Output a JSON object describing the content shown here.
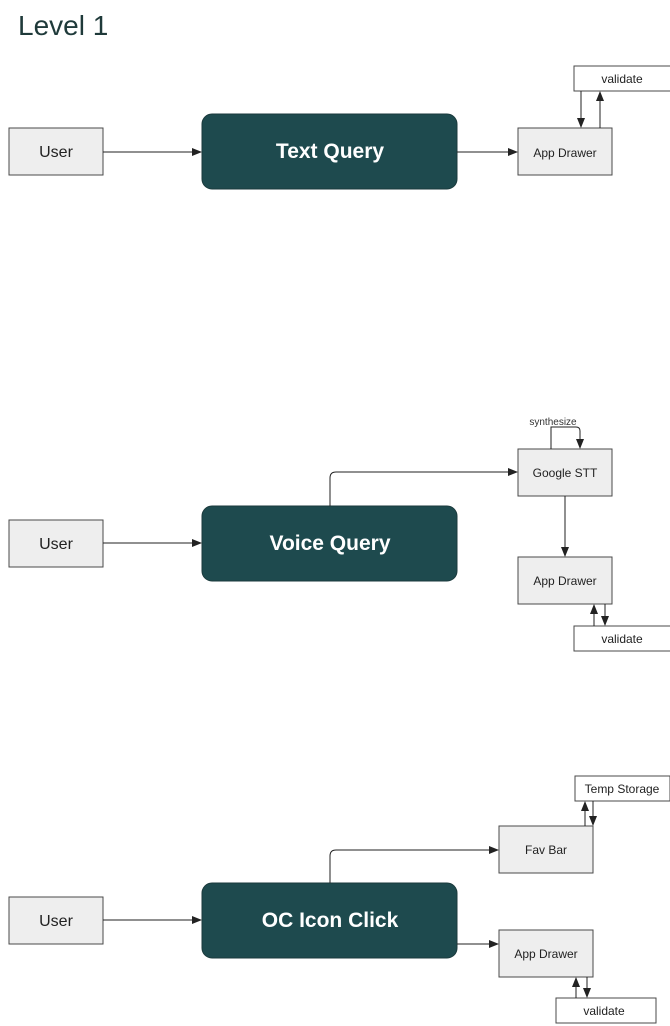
{
  "title": "Level 1",
  "flows": [
    {
      "user": "User",
      "query": "Text Query",
      "app_drawer": "App Drawer",
      "validate": "validate"
    },
    {
      "user": "User",
      "query": "Voice Query",
      "stt": "Google STT",
      "synthesize": "synthesize",
      "app_drawer": "App Drawer",
      "validate": "validate"
    },
    {
      "user": "User",
      "query": "OC Icon Click",
      "fav_bar": "Fav Bar",
      "temp_storage": "Temp Storage",
      "app_drawer": "App Drawer",
      "validate": "validate"
    }
  ]
}
